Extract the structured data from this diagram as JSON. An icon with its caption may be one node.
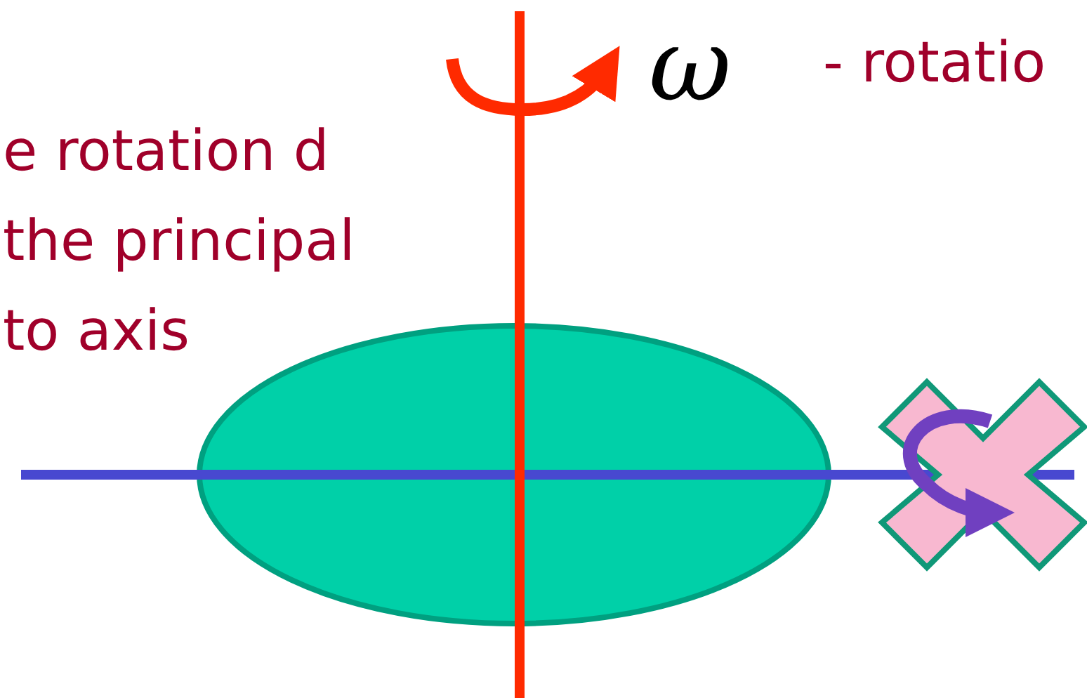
{
  "diagram": {
    "labels": [
      "ω",
      "- rotatio",
      "e rotation d the principal to axis"
    ]
  }
}
